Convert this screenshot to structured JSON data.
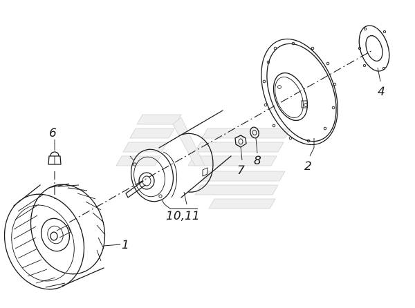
{
  "diagram": {
    "callouts": [
      {
        "id": "fan-wheel",
        "label": "1"
      },
      {
        "id": "mounting-flange",
        "label": "2"
      },
      {
        "id": "gasket",
        "label": "4"
      },
      {
        "id": "cap-nut",
        "label": "6"
      },
      {
        "id": "nut",
        "label": "7"
      },
      {
        "id": "washer",
        "label": "8"
      },
      {
        "id": "motor",
        "label": "10,11"
      }
    ],
    "watermark": {
      "icon": "stylized-logo-watermark"
    },
    "colors": {
      "line": "#1a1a1a",
      "background": "#ffffff",
      "watermark": "#efefef"
    }
  }
}
